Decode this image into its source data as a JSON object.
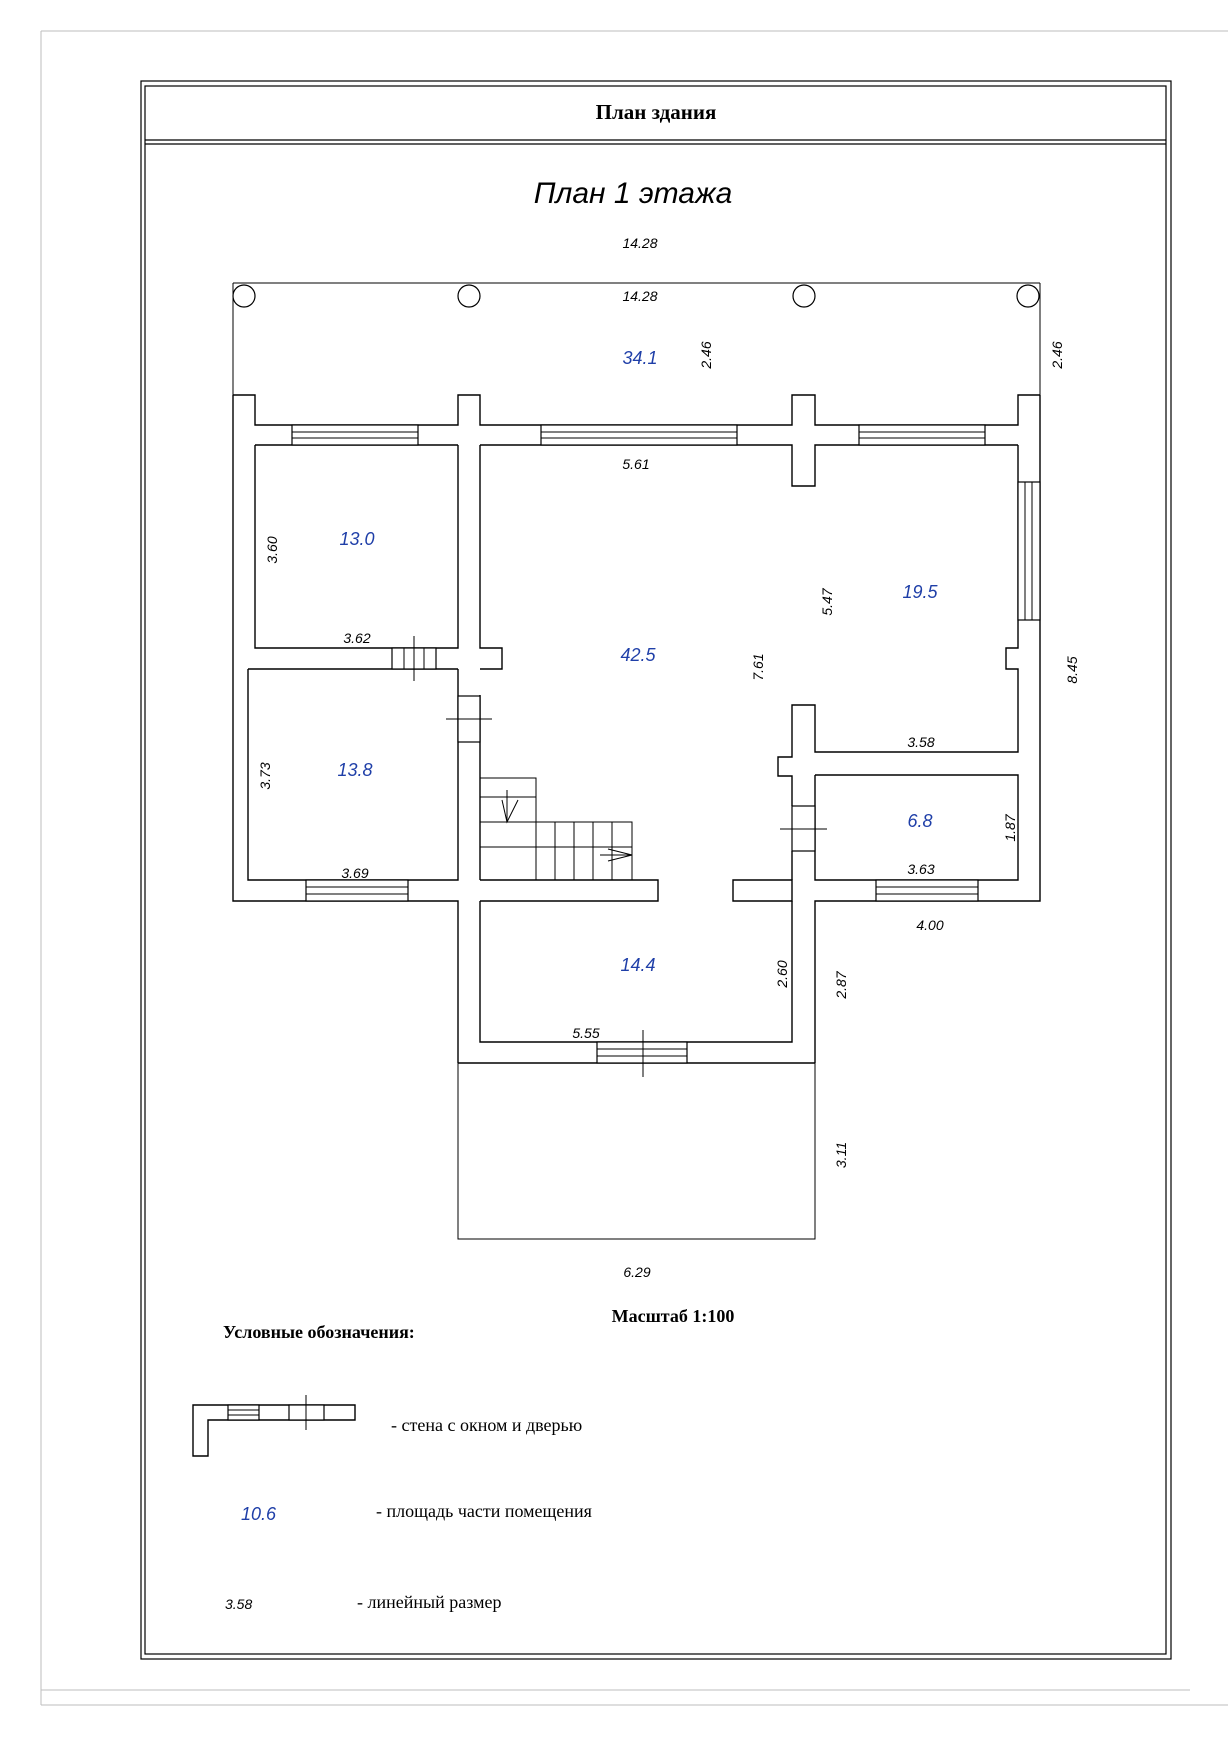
{
  "header": {
    "title": "План здания"
  },
  "plan": {
    "title": "План 1 этажа",
    "scale_label": "Масштаб 1:100",
    "areas": {
      "terrace": "34.1",
      "room_nw": "13.0",
      "hall": "42.5",
      "room_ne": "19.5",
      "room_w": "13.8",
      "room_e_small": "6.8",
      "vestibule": "14.4"
    },
    "dimensions": {
      "top_outer": "14.28",
      "top_inner": "14.28",
      "terrace_depth": "2.46",
      "terrace_depth_right": "2.46",
      "hall_top": "5.61",
      "room_nw_height": "3.60",
      "room_nw_width": "3.62",
      "hall_height": "7.61",
      "room_ne_height": "5.47",
      "right_total": "8.45",
      "room_ne_width": "3.58",
      "room_w_height": "3.73",
      "room_w_width": "3.69",
      "room_e_small_height": "1.87",
      "room_e_small_width": "3.63",
      "right_lower": "4.00",
      "vestibule_height": "2.60",
      "vestibule_outer_height": "2.87",
      "vestibule_width": "5.55",
      "porch_height": "3.11",
      "porch_width": "6.29"
    }
  },
  "legend": {
    "title": "Условные обозначения:",
    "items": [
      {
        "sample": "",
        "text": "- стена с окном и дверью"
      },
      {
        "sample": "10.6",
        "text": "- площадь части помещения"
      },
      {
        "sample": "3.58",
        "text": "- линейный размер"
      }
    ]
  }
}
